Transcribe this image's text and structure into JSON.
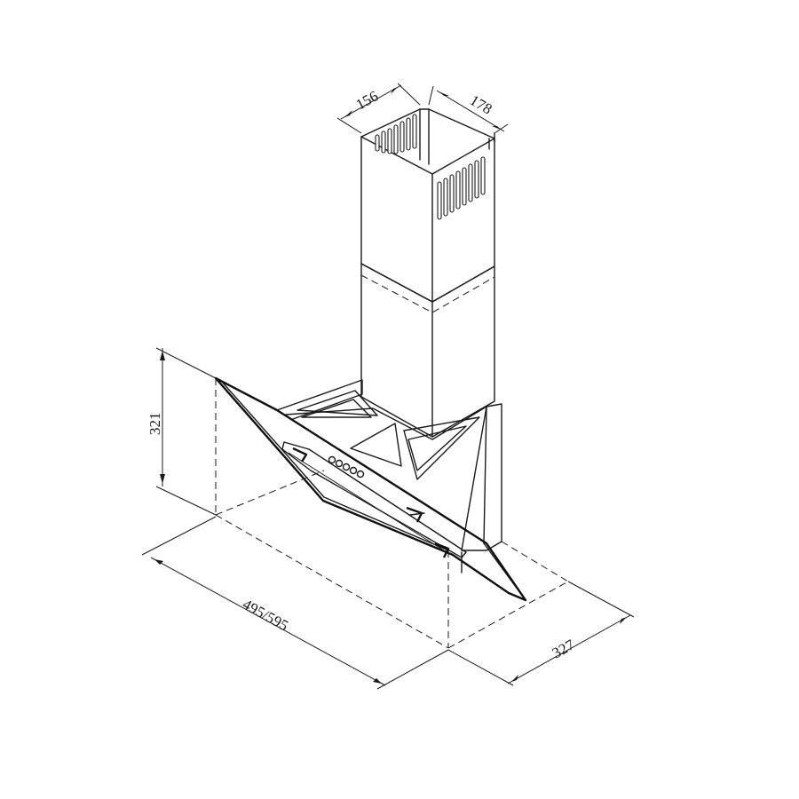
{
  "dimensions": {
    "chimney_depth": "156",
    "chimney_width": "178",
    "height": "321",
    "width": "495/595",
    "depth": "327"
  },
  "colors": {
    "line": "#1a1a1a",
    "background": "#ffffff"
  }
}
